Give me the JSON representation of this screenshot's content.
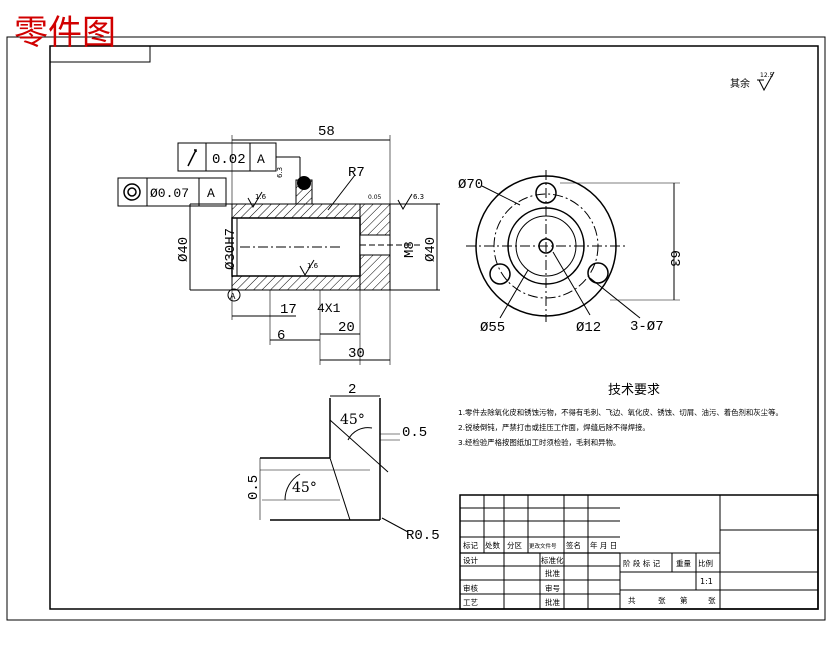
{
  "header_label": "零件图",
  "roughness_note": {
    "text": "其余",
    "value": "12.5"
  },
  "tolerance_frames": {
    "runout": {
      "value": "0.02",
      "datum": "A"
    },
    "coaxiality": {
      "value": "Ø0.07",
      "datum": "A"
    }
  },
  "dimensions": {
    "overall_length": "58",
    "fillet_radius": "R7",
    "length_17": "17",
    "length_6": "6",
    "length_20": "20",
    "length_30": "30",
    "chamfer": "4X1",
    "dia_40_left": "Ø40",
    "bore": "Ø30H7",
    "dia_40_right": "Ø40",
    "thread": "M8",
    "datum_letter": "A",
    "roughness_top": "6.3",
    "roughness_left": "1.6",
    "roughness_right": "6.3",
    "roughness_bottom": "1.6",
    "roughness_mid": "0.05"
  },
  "end_view": {
    "flange_dia": "Ø70",
    "pitch_dia": "Ø55",
    "center_hole": "Ø12",
    "holes": "3-Ø7",
    "height": "63"
  },
  "detail_view": {
    "width": "2",
    "angle_top": "45°",
    "offset_right": "0.5",
    "offset_left": "0.5",
    "angle_bottom": "45°",
    "radius": "R0.5"
  },
  "tech_requirements": {
    "title": "技术要求",
    "items": [
      "1.零件去除氧化皮和锈蚀污物，不得有毛刺、飞边、氧化皮、锈蚀、切屑、油污、着色剂和灰尘等。",
      "2.锐棱倒钝，严禁打击或挂压工作面，焊缝后除不得焊接。",
      "3.经检验严格按图纸加工时须检验，毛刺和异物。"
    ]
  },
  "title_block": {
    "row_labels": [
      "标记",
      "处数",
      "分区",
      "更改文件号",
      "签名",
      "年 月 日"
    ],
    "left_labels": [
      "设计",
      "审核",
      "工艺"
    ],
    "mid_labels": [
      "标准化",
      "批准",
      "审号",
      "批准"
    ],
    "stage_row": [
      "阶 段 标 记",
      "重量",
      "比例"
    ],
    "scale": "1:1",
    "sheet_row": [
      "共",
      "张",
      "第",
      "张"
    ]
  }
}
